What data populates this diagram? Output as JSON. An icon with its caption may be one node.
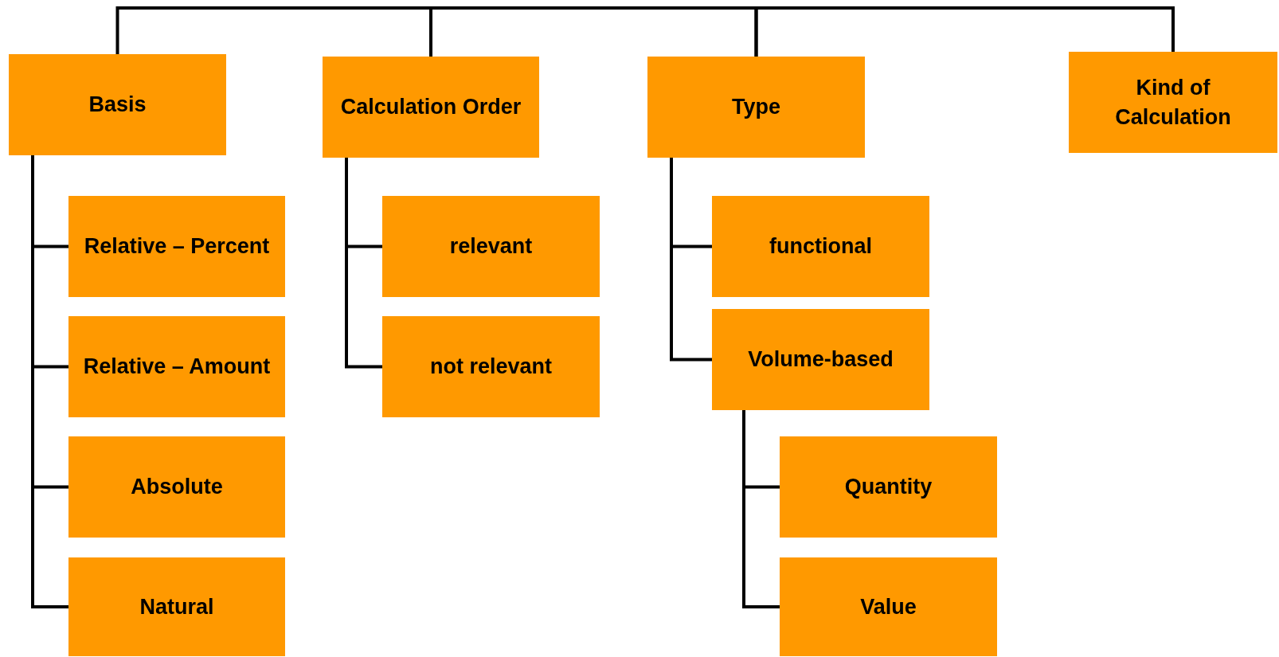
{
  "diagram": {
    "nodes": [
      {
        "text": [
          "Basis"
        ]
      },
      {
        "text": [
          "Calculation Order"
        ]
      },
      {
        "text": [
          "Type"
        ]
      },
      {
        "text": [
          "Kind of Calculation"
        ]
      },
      {
        "text": [
          "Relative – Percent"
        ]
      },
      {
        "text": [
          "Relative – Amount"
        ]
      },
      {
        "text": [
          "Absolute"
        ]
      },
      {
        "text": [
          "Natural"
        ]
      },
      {
        "text": [
          "relevant"
        ]
      },
      {
        "text": [
          "not relevant"
        ]
      },
      {
        "text": [
          "functional"
        ]
      },
      {
        "text": [
          "Volume-based"
        ]
      },
      {
        "text": [
          "Quantity"
        ]
      },
      {
        "text": [
          "Value"
        ]
      }
    ],
    "edges": [
      {
        "from": 0,
        "to": 1,
        "arrow": "none"
      },
      {
        "from": 1,
        "to": 2,
        "arrow": "none"
      },
      {
        "from": 2,
        "to": 3,
        "arrow": "none"
      },
      {
        "from": 0,
        "to": 4,
        "arrow": "none"
      },
      {
        "from": 0,
        "to": 5,
        "arrow": "none"
      },
      {
        "from": 0,
        "to": 6,
        "arrow": "none"
      },
      {
        "from": 0,
        "to": 7,
        "arrow": "none"
      },
      {
        "from": 1,
        "to": 8,
        "arrow": "none"
      },
      {
        "from": 1,
        "to": 9,
        "arrow": "none"
      },
      {
        "from": 2,
        "to": 10,
        "arrow": "none"
      },
      {
        "from": 2,
        "to": 11,
        "arrow": "none"
      },
      {
        "from": 11,
        "to": 12,
        "arrow": "none"
      },
      {
        "from": 11,
        "to": 13,
        "arrow": "none"
      }
    ]
  }
}
